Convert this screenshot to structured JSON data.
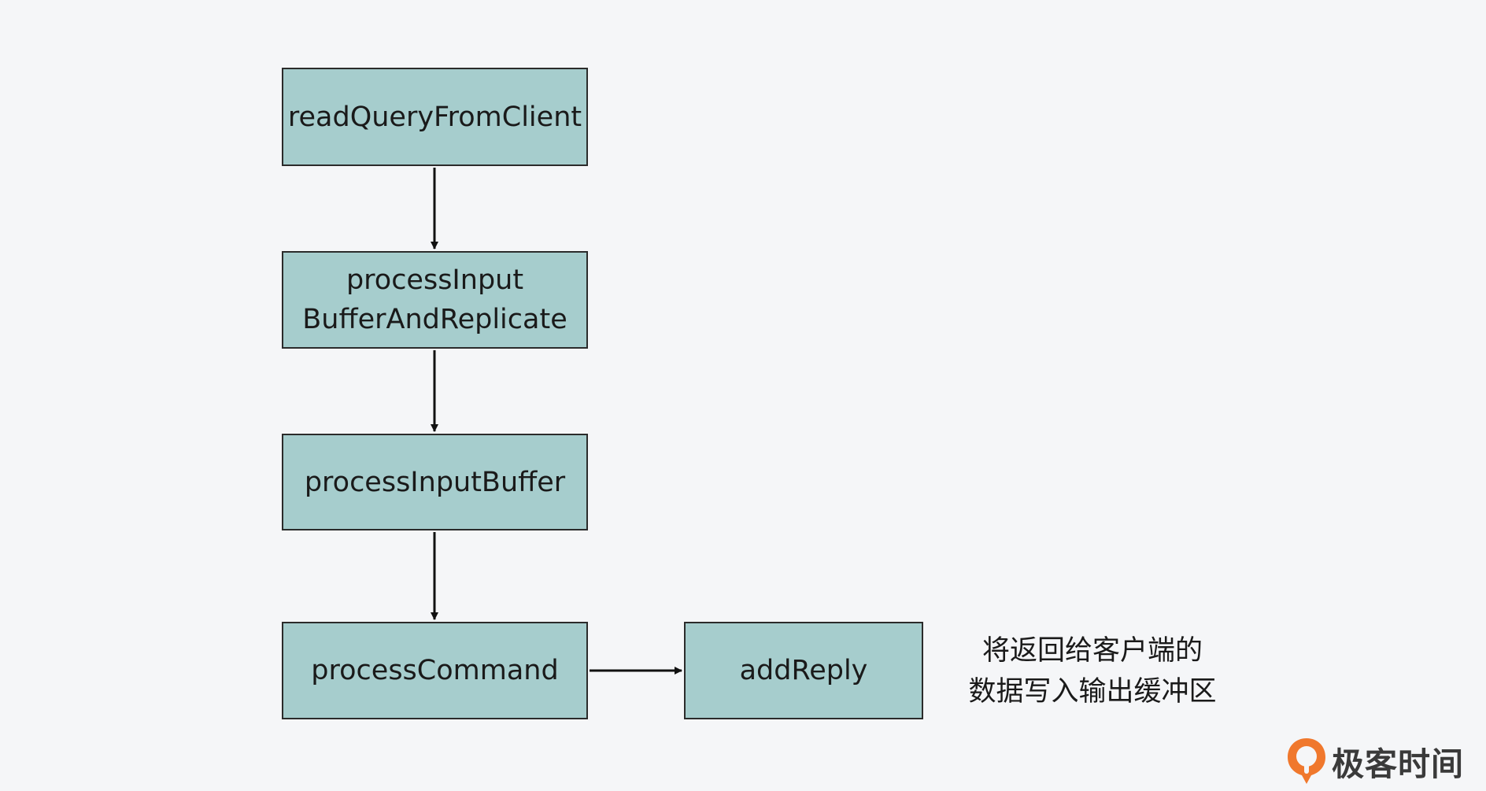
{
  "nodes": {
    "read_query": "readQueryFromClient",
    "process_input_buffer_and_replicate": [
      "processInput",
      "BufferAndReplicate"
    ],
    "process_input_buffer": "processInputBuffer",
    "process_command": "processCommand",
    "add_reply": "addReply"
  },
  "annotation": [
    "将返回给客户端的",
    "数据写入输出缓冲区"
  ],
  "watermark": "极客时间",
  "colors": {
    "background": "#f5f6f8",
    "node_fill": "#a6cdcd",
    "node_border": "#2b2b2b",
    "edge": "#111111",
    "logo_orange": "#f0782d"
  }
}
